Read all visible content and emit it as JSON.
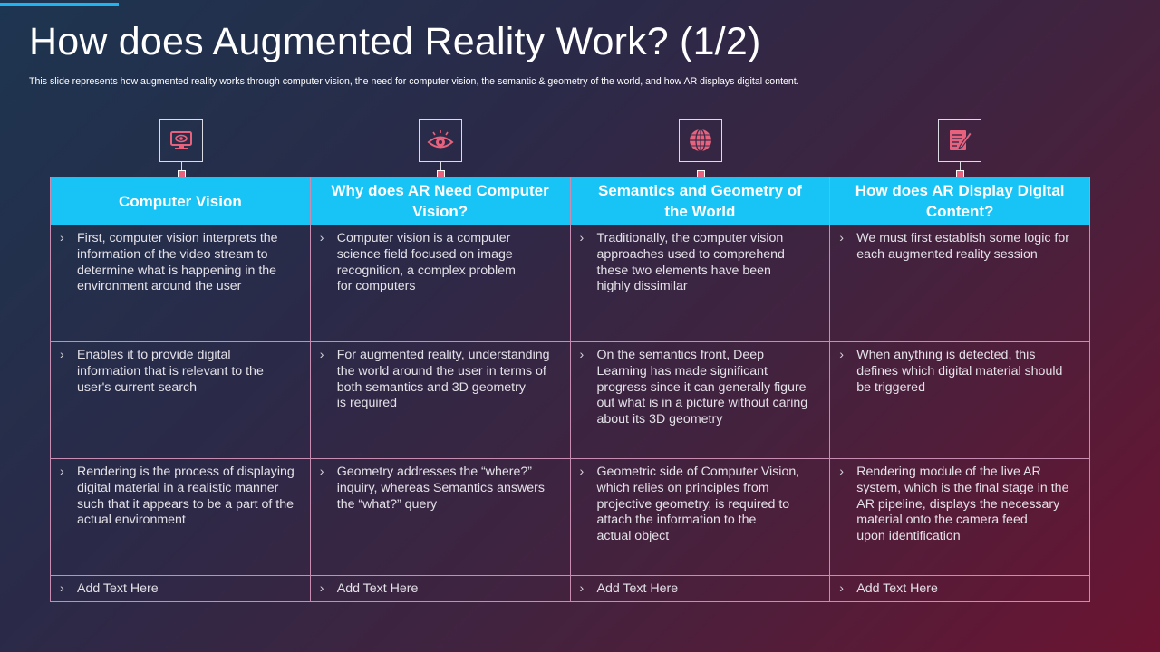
{
  "slide": {
    "title": "How does Augmented Reality Work? (1/2)",
    "subtitle": "This slide represents how augmented reality works through computer vision, the need for computer vision, the semantic & geometry of the world, and how AR displays digital content."
  },
  "colors": {
    "accent": "#18c3f6",
    "icon": "#e8627e",
    "grid": "#c98cb2"
  },
  "icons": [
    "computer-eye-icon",
    "eye-icon",
    "globe-icon",
    "document-pen-icon"
  ],
  "bullet": "›",
  "columns": [
    {
      "header": "Computer Vision",
      "rows": [
        "First, computer vision interprets the\ninformation of the video stream to\ndetermine what is happening in the\nenvironment around the user",
        "Enables it to provide digital\ninformation that is relevant to the\nuser's current search",
        "Rendering is the process of displaying\ndigital material in a realistic manner\nsuch that it appears to be a part of the\nactual environment",
        "Add Text Here"
      ]
    },
    {
      "header": "Why does AR Need Computer\nVision?",
      "rows": [
        "Computer vision is a computer\nscience field focused on image\nrecognition, a complex problem\n for computers",
        "For augmented reality, understanding\nthe world around the user in terms of\nboth semantics and 3D geometry\n is required",
        "Geometry addresses the “where?”\ninquiry, whereas Semantics answers\nthe “what?” query",
        "Add Text Here"
      ]
    },
    {
      "header": "Semantics and Geometry of\nthe World",
      "rows": [
        "Traditionally, the computer vision\napproaches used to comprehend\nthese two elements have been\n highly dissimilar",
        "On the semantics front, Deep\nLearning has made significant\nprogress since it can generally figure\nout what is in a picture without caring\nabout its 3D geometry",
        "Geometric side of Computer Vision,\nwhich relies on principles from\nprojective geometry, is required to\nattach the information to the\n actual object",
        "Add Text Here"
      ]
    },
    {
      "header": "How does AR Display Digital\nContent?",
      "rows": [
        "We must first establish some logic for\neach augmented reality session",
        "When anything is detected, this\ndefines which digital material should\nbe triggered",
        "Rendering module of the live AR\nsystem, which is the final stage in the\nAR pipeline, displays the necessary\nmaterial onto the camera feed\n upon identification",
        "Add Text Here"
      ]
    }
  ]
}
